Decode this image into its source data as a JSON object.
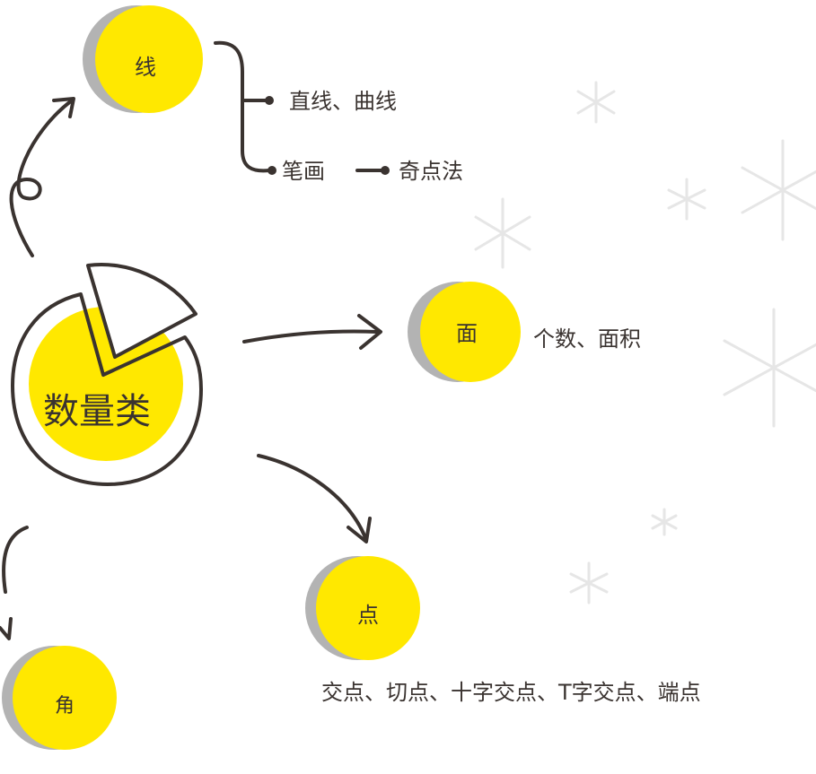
{
  "center": {
    "label": "数量类"
  },
  "nodes": {
    "line": {
      "label": "线",
      "branches": [
        "直线、曲线",
        "笔画",
        "奇点法"
      ]
    },
    "face": {
      "label": "面",
      "note": "个数、面积"
    },
    "point": {
      "label": "点",
      "note": "交点、切点、十字交点、T字交点、端点"
    },
    "angle": {
      "label": "角"
    }
  },
  "colors": {
    "accent": "#ffe800",
    "shadow": "#b3b3b3",
    "ink": "#3a3330",
    "stars": "#e6e6e6"
  }
}
